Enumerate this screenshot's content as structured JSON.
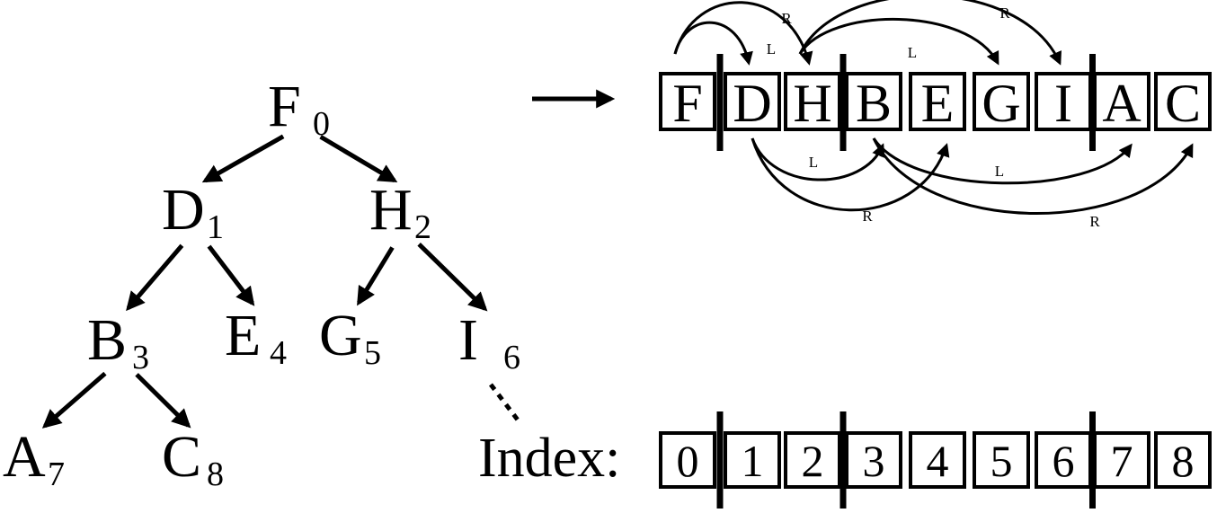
{
  "tree": {
    "nodes": [
      {
        "id": "F",
        "label": "F",
        "index": "0"
      },
      {
        "id": "D",
        "label": "D",
        "index": "1"
      },
      {
        "id": "H",
        "label": "H",
        "index": "2"
      },
      {
        "id": "B",
        "label": "B",
        "index": "3"
      },
      {
        "id": "E",
        "label": "E",
        "index": "4"
      },
      {
        "id": "G",
        "label": "G",
        "index": "5"
      },
      {
        "id": "I",
        "label": "I",
        "index": "6"
      },
      {
        "id": "A",
        "label": "A",
        "index": "7"
      },
      {
        "id": "C",
        "label": "C",
        "index": "8"
      }
    ],
    "edges": [
      {
        "from": "F",
        "to": "D"
      },
      {
        "from": "F",
        "to": "H"
      },
      {
        "from": "D",
        "to": "B"
      },
      {
        "from": "D",
        "to": "E"
      },
      {
        "from": "H",
        "to": "G"
      },
      {
        "from": "H",
        "to": "I"
      },
      {
        "from": "B",
        "to": "A"
      },
      {
        "from": "B",
        "to": "C"
      }
    ]
  },
  "array": {
    "cells": [
      "F",
      "D",
      "H",
      "B",
      "E",
      "G",
      "I",
      "A",
      "C"
    ],
    "index_label": "Index:",
    "indices": [
      "0",
      "1",
      "2",
      "3",
      "4",
      "5",
      "6",
      "7",
      "8"
    ],
    "level_dividers_after": [
      0,
      2,
      6
    ],
    "links": [
      {
        "from": 0,
        "to": 1,
        "label": "L"
      },
      {
        "from": 0,
        "to": 2,
        "label": "R"
      },
      {
        "from": 1,
        "to": 3,
        "label": "L"
      },
      {
        "from": 1,
        "to": 4,
        "label": "R"
      },
      {
        "from": 2,
        "to": 5,
        "label": "L"
      },
      {
        "from": 2,
        "to": 6,
        "label": "R"
      },
      {
        "from": 3,
        "to": 7,
        "label": "L"
      },
      {
        "from": 3,
        "to": 8,
        "label": "R"
      }
    ]
  }
}
